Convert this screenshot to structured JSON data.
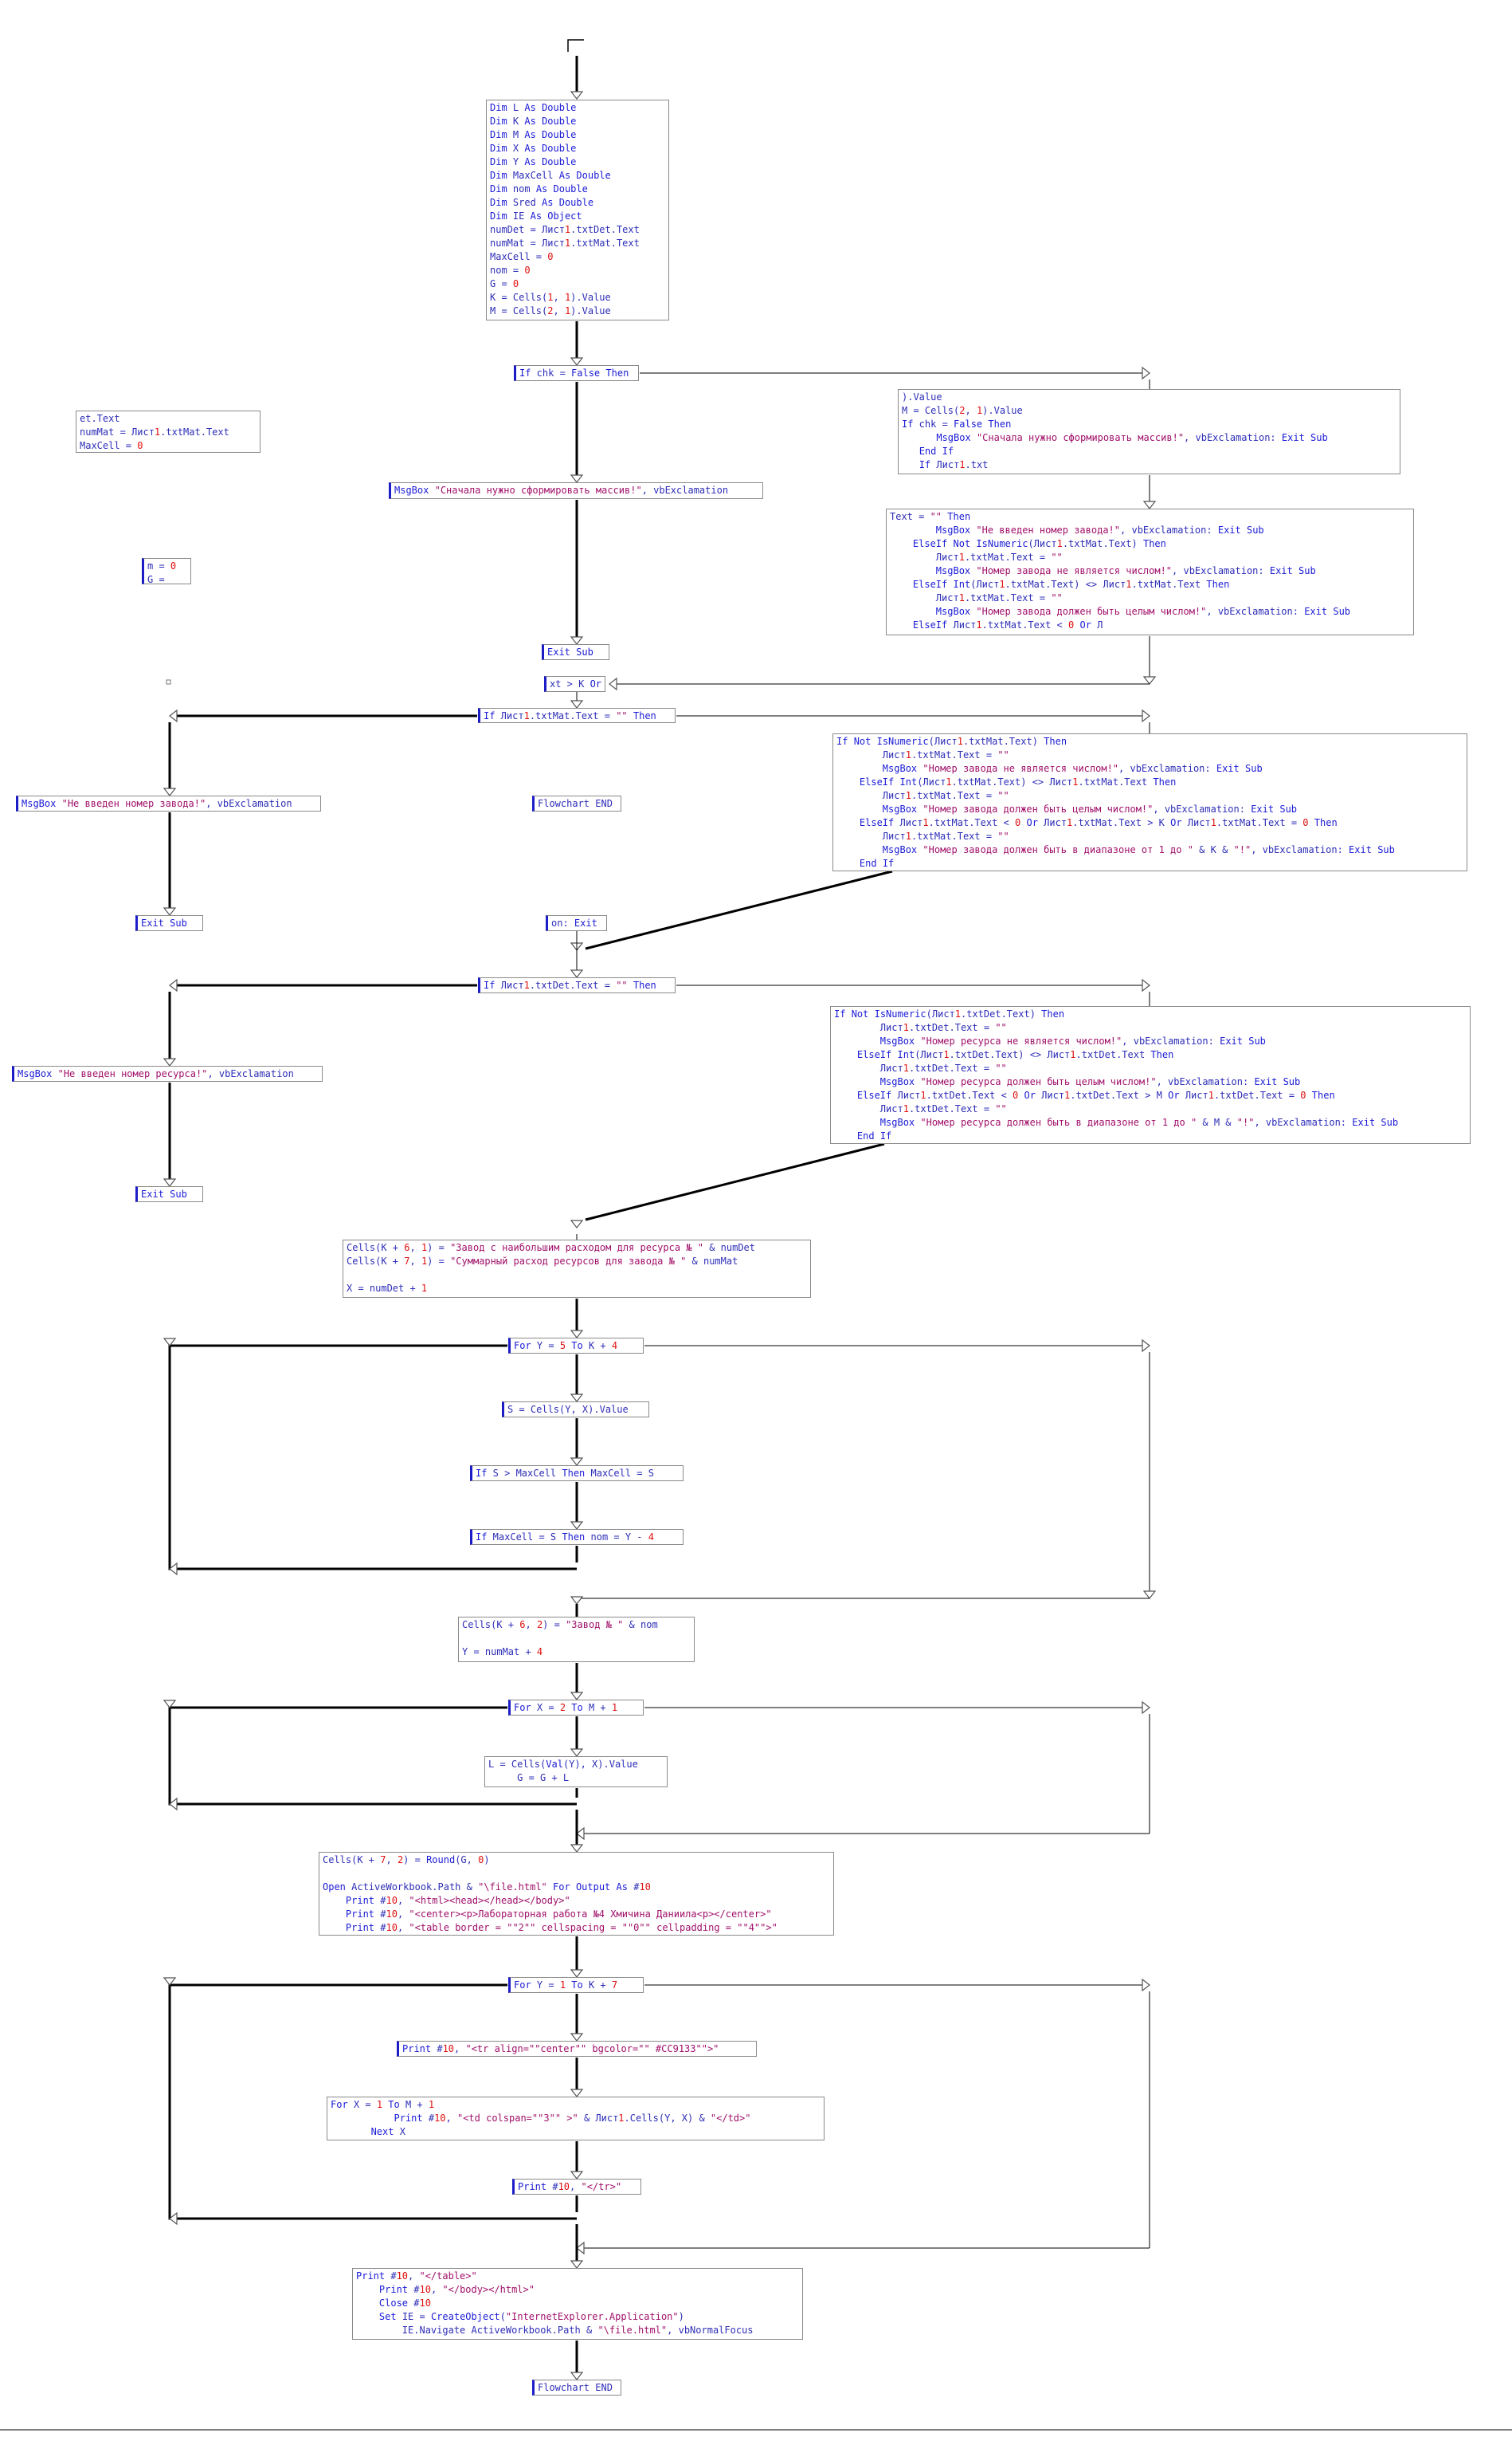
{
  "diagram": {
    "blocks": [
      {
        "id": "b_init",
        "lines": [
          [
            "Dim L As Double"
          ],
          [
            "Dim K As Double"
          ],
          [
            "Dim M As Double"
          ],
          [
            "Dim X As Double"
          ],
          [
            "Dim Y As Double"
          ],
          [
            "Dim MaxCell As Double"
          ],
          [
            "Dim nom As Double"
          ],
          [
            "Dim Sred As Double"
          ],
          [
            "Dim IE As Object"
          ],
          [
            "numDet = Лист1.txtDet.Text"
          ],
          [
            "numMat = Лист1.txtMat.Text"
          ],
          [
            "MaxCell = 0"
          ],
          [
            "nom = 0"
          ],
          [
            "G = 0"
          ],
          [
            "K = Cells(1, 1).Value"
          ],
          [
            "M = Cells(2, 1).Value"
          ]
        ]
      },
      {
        "id": "b_ifchk",
        "lines": [
          [
            "If chk = False Then"
          ]
        ]
      },
      {
        "id": "b_frag1",
        "lines": [
          [
            "et.Text"
          ],
          [
            "numMat = Лист1.txtMat.Text"
          ],
          [
            "MaxCell = 0"
          ]
        ]
      },
      {
        "id": "b_frag2",
        "lines": [
          [
            "m = 0"
          ],
          [
            "G = "
          ]
        ]
      },
      {
        "id": "b_chk_code",
        "lines": [
          [
            ").Value"
          ],
          [
            "M = Cells(2, 1).Value"
          ],
          [
            "If chk = False Then"
          ],
          [
            "      MsgBox \"Сначала нужно сформировать массив!\", vbExclamation: Exit Sub"
          ],
          [
            "   End If"
          ],
          [
            "   If Лист1.txt"
          ]
        ]
      },
      {
        "id": "b_msg1",
        "lines": [
          [
            "MsgBox \"Сначала нужно сформировать массив!\", vbExclamation"
          ]
        ]
      },
      {
        "id": "b_mat_code",
        "lines": [
          [
            "Text = \"\" Then"
          ],
          [
            "        MsgBox \"Не введен номер завода!\", vbExclamation: Exit Sub"
          ],
          [
            "    ElseIf Not IsNumeric(Лист1.txtMat.Text) Then"
          ],
          [
            "        Лист1.txtMat.Text = \"\""
          ],
          [
            "        MsgBox \"Номер завода не является числом!\", vbExclamation: Exit Sub"
          ],
          [
            "    ElseIf Int(Лист1.txtMat.Text) <> Лист1.txtMat.Text Then"
          ],
          [
            "        Лист1.txtMat.Text = \"\""
          ],
          [
            "        MsgBox \"Номер завода должен быть целым числом!\", vbExclamation: Exit Sub"
          ],
          [
            "    ElseIf Лист1.txtMat.Text < 0 Or Л"
          ]
        ]
      },
      {
        "id": "b_exit1",
        "lines": [
          [
            "Exit Sub"
          ]
        ]
      },
      {
        "id": "b_frag3",
        "lines": [
          [
            "xt > K Or"
          ]
        ]
      },
      {
        "id": "b_ifmat",
        "lines": [
          [
            "If Лист1.txtMat.Text = \"\" Then"
          ]
        ]
      },
      {
        "id": "b_mat2",
        "lines": [
          [
            "If Not IsNumeric(Лист1.txtMat.Text) Then"
          ],
          [
            "        Лист1.txtMat.Text = \"\""
          ],
          [
            "        MsgBox \"Номер завода не является числом!\", vbExclamation: Exit Sub"
          ],
          [
            "    ElseIf Int(Лист1.txtMat.Text) <> Лист1.txtMat.Text Then"
          ],
          [
            "        Лист1.txtMat.Text = \"\""
          ],
          [
            "        MsgBox \"Номер завода должен быть целым числом!\", vbExclamation: Exit Sub"
          ],
          [
            "    ElseIf Лист1.txtMat.Text < 0 Or Лист1.txtMat.Text > K Or Лист1.txtMat.Text = 0 Then"
          ],
          [
            "        Лист1.txtMat.Text = \"\""
          ],
          [
            "        MsgBox \"Номер завода должен быть в диапазоне от 1 до \" & K & \"!\", vbExclamation: Exit Sub"
          ],
          [
            "    End If"
          ]
        ]
      },
      {
        "id": "b_msg2",
        "lines": [
          [
            "MsgBox \"Не введен номер завода!\", vbExclamation"
          ]
        ]
      },
      {
        "id": "b_fend1",
        "lines": [
          [
            "Flowchart END"
          ]
        ]
      },
      {
        "id": "b_exit2",
        "lines": [
          [
            "Exit Sub"
          ]
        ]
      },
      {
        "id": "b_frag4",
        "lines": [
          [
            "on: Exit"
          ]
        ]
      },
      {
        "id": "b_ifdet",
        "lines": [
          [
            "If Лист1.txtDet.Text = \"\" Then"
          ]
        ]
      },
      {
        "id": "b_det_code",
        "lines": [
          [
            "If Not IsNumeric(Лист1.txtDet.Text) Then"
          ],
          [
            "        Лист1.txtDet.Text = \"\""
          ],
          [
            "        MsgBox \"Номер ресурса не является числом!\", vbExclamation: Exit Sub"
          ],
          [
            "    ElseIf Int(Лист1.txtDet.Text) <> Лист1.txtDet.Text Then"
          ],
          [
            "        Лист1.txtDet.Text = \"\""
          ],
          [
            "        MsgBox \"Номер ресурса должен быть целым числом!\", vbExclamation: Exit Sub"
          ],
          [
            "    ElseIf Лист1.txtDet.Text < 0 Or Лист1.txtDet.Text > M Or Лист1.txtDet.Text = 0 Then"
          ],
          [
            "        Лист1.txtDet.Text = \"\""
          ],
          [
            "        MsgBox \"Номер ресурса должен быть в диапазоне от 1 до \" & M & \"!\", vbExclamation: Exit Sub"
          ],
          [
            "    End If"
          ]
        ]
      },
      {
        "id": "b_msg3",
        "lines": [
          [
            "MsgBox \"Не введен номер ресурса!\", vbExclamation"
          ]
        ]
      },
      {
        "id": "b_exit3",
        "lines": [
          [
            "Exit Sub"
          ]
        ]
      },
      {
        "id": "b_cells1",
        "lines": [
          [
            "Cells(K + 6, 1) = \"Завод с наибольшим расходом для ресурса № \" & numDet"
          ],
          [
            "Cells(K + 7, 1) = \"Суммарный расход ресурсов для завода № \" & numMat"
          ],
          [
            ""
          ],
          [
            "X = numDet + 1"
          ]
        ]
      },
      {
        "id": "b_fory1",
        "lines": [
          [
            "For Y = 5 To K + 4"
          ]
        ]
      },
      {
        "id": "b_s",
        "lines": [
          [
            "S = Cells(Y, X).Value"
          ]
        ]
      },
      {
        "id": "b_ifs",
        "lines": [
          [
            "If S > MaxCell Then MaxCell = S"
          ]
        ]
      },
      {
        "id": "b_ifmax",
        "lines": [
          [
            "If MaxCell = S Then nom = Y - 4"
          ]
        ]
      },
      {
        "id": "b_cells2",
        "lines": [
          [
            "Cells(K + 6, 2) = \"Завод № \" & nom"
          ],
          [
            ""
          ],
          [
            "Y = numMat + 4"
          ]
        ]
      },
      {
        "id": "b_forx",
        "lines": [
          [
            "For X = 2 To M + 1"
          ]
        ]
      },
      {
        "id": "b_l",
        "lines": [
          [
            "L = Cells(Val(Y), X).Value"
          ],
          [
            "     G = G + L"
          ]
        ]
      },
      {
        "id": "b_html1",
        "lines": [
          [
            "Cells(K + 7, 2) = Round(G, 0)"
          ],
          [
            ""
          ],
          [
            "Open ActiveWorkbook.Path & \"\\file.html\" For Output As #10"
          ],
          [
            "    Print #10, \"<html><head></head></body>\""
          ],
          [
            "    Print #10, \"<center><p>Лабораторная работа №4 Хмичина Даниила<p></center>\""
          ],
          [
            "    Print #10, \"<table border = \"\"2\"\" cellspacing = \"\"0\"\" cellpadding = \"\"4\"\">\""
          ]
        ]
      },
      {
        "id": "b_fory2",
        "lines": [
          [
            "For Y = 1 To K + 7"
          ]
        ]
      },
      {
        "id": "b_tr",
        "lines": [
          [
            "Print #10, \"<tr align=\"\"center\"\" bgcolor=\"\" #CC9133\"\">\""
          ]
        ]
      },
      {
        "id": "b_forx2",
        "lines": [
          [
            "For X = 1 To M + 1"
          ],
          [
            "           Print #10, \"<td colspan=\"\"3\"\" >\" & Лист1.Cells(Y, X) & \"</td>\""
          ],
          [
            "       Next X"
          ]
        ]
      },
      {
        "id": "b_ptr",
        "lines": [
          [
            "Print #10, \"</tr>\""
          ]
        ]
      },
      {
        "id": "b_html2",
        "lines": [
          [
            "Print #10, \"</table>\""
          ],
          [
            "    Print #10, \"</body></html>\""
          ],
          [
            "    Close #10"
          ],
          [
            "    Set IE = CreateObject(\"InternetExplorer.Application\")"
          ],
          [
            "        IE.Navigate ActiveWorkbook.Path & \"\\file.html\", vbNormalFocus"
          ]
        ]
      },
      {
        "id": "b_fend2",
        "lines": [
          [
            "Flowchart END"
          ]
        ]
      }
    ]
  },
  "colors": {
    "keyword": "#1b1bd6",
    "string": "#a0106a",
    "number": "#e01010",
    "text": "#2e2eb8",
    "wire": "#000000"
  }
}
